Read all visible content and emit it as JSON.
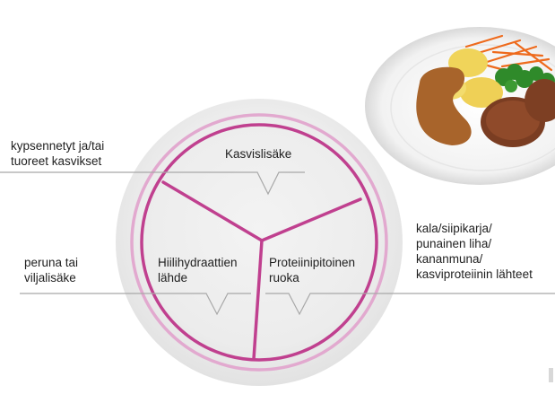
{
  "plate_sections": {
    "vegetables": "Kasvislisäke",
    "carbohydrates": "Hiilihydraattien\nlähde",
    "protein": "Proteiinipitoinen\nruoka"
  },
  "callouts": {
    "vegetables": "kypsennetyt ja/tai\ntuoreet kasvikset",
    "carbohydrates": "peruna tai\nviljalisäke",
    "protein": "kala/siipikarja/\npunainen liha/\nkananmuna/\nkasviproteiinin lähteet"
  },
  "colors": {
    "divider": "#c0408f",
    "rim": "#e2a9cf",
    "plate": "#eeeeee",
    "leader": "#a8a8a8",
    "text": "#1f1f1f"
  },
  "icons": {
    "meal": "plate-meal-photo-icon"
  }
}
